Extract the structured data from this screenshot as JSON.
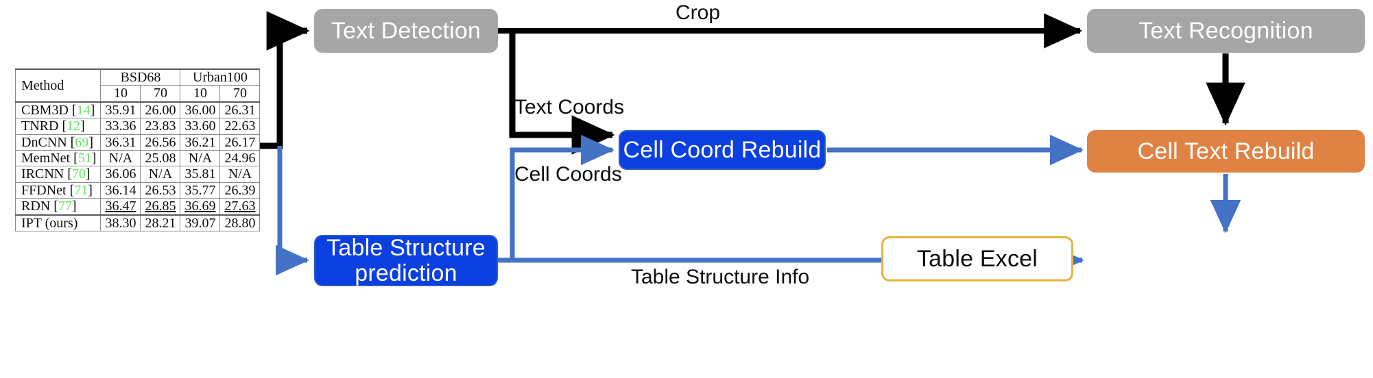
{
  "diagram": {
    "title": "Table recognition pipeline",
    "colors": {
      "gray_node": "#a6a6a6",
      "blue_node": "#0b3fe0",
      "orange_node": "#df8244",
      "excel_outline": "#e8b33c",
      "black_arrow": "#000000",
      "blue_arrow": "#4472c4",
      "citation_green": "#5fe35f"
    },
    "nodes": {
      "text_detection": "Text Detection",
      "text_recognition": "Text Recognition",
      "cell_coord_rebuild": "Cell Coord Rebuild",
      "cell_text_rebuild": "Cell Text Rebuild",
      "table_structure_prediction": "Table Structure\nprediction",
      "table_structure_prediction_line1": "Table Structure",
      "table_structure_prediction_line2": "prediction",
      "table_excel": "Table Excel"
    },
    "edge_labels": {
      "crop": "Crop",
      "text_coords": "Text Coords",
      "cell_coords": "Cell Coords",
      "table_structure_info": "Table Structure Info"
    }
  },
  "chart_data": {
    "type": "table",
    "title": "",
    "group_headers": [
      {
        "label": "Method",
        "span": 1
      },
      {
        "label": "BSD68",
        "span": 2
      },
      {
        "label": "Urban100",
        "span": 2
      }
    ],
    "columns": [
      "Method",
      "10",
      "70",
      "10",
      "70"
    ],
    "rows": [
      {
        "method": "CBM3D",
        "ref": "14",
        "values": [
          "35.91",
          "26.00",
          "36.00",
          "26.31"
        ]
      },
      {
        "method": "TNRD",
        "ref": "12",
        "values": [
          "33.36",
          "23.83",
          "33.60",
          "22.63"
        ]
      },
      {
        "method": "DnCNN",
        "ref": "69",
        "values": [
          "36.31",
          "26.56",
          "36.21",
          "26.17"
        ]
      },
      {
        "method": "MemNet",
        "ref": "51",
        "values": [
          "N/A",
          "25.08",
          "N/A",
          "24.96"
        ]
      },
      {
        "method": "IRCNN",
        "ref": "70",
        "values": [
          "36.06",
          "N/A",
          "35.81",
          "N/A"
        ]
      },
      {
        "method": "FFDNet",
        "ref": "71",
        "values": [
          "36.14",
          "26.53",
          "35.77",
          "26.39"
        ]
      },
      {
        "method": "RDN",
        "ref": "77",
        "values": [
          "36.47",
          "26.85",
          "36.69",
          "27.63"
        ],
        "underline": true
      },
      {
        "method": "IPT (ours)",
        "ref": "",
        "values": [
          "38.30",
          "28.21",
          "39.07",
          "28.80"
        ],
        "bold": true
      }
    ]
  }
}
